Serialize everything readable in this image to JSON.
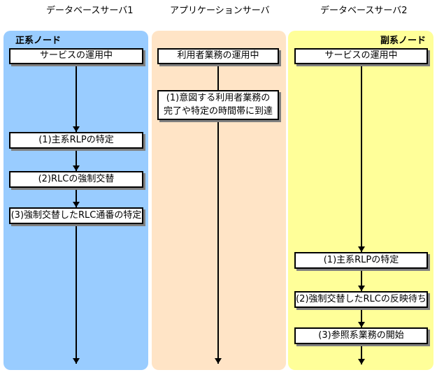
{
  "page": {
    "background": "#FFFFFF"
  },
  "diagram": {
    "arrow_color": "#000000",
    "box": {
      "fill": "#FFFFFF",
      "border": "#000000",
      "shadow": "#808080"
    },
    "columns": [
      {
        "id": "db-server-1",
        "title": "データベースサーバ1",
        "node_label": "正系ノード",
        "panel_color": "#99CCFF",
        "boxes": [
          {
            "lines": [
              "サービスの運用中"
            ]
          },
          {
            "lines": [
              "(1)主系RLPの特定"
            ]
          },
          {
            "lines": [
              "(2)RLCの強制交替"
            ]
          },
          {
            "lines": [
              "(3)強制交替したRLC通番の特定"
            ]
          }
        ]
      },
      {
        "id": "application-server",
        "title": "アプリケーションサーバ",
        "node_label": "",
        "panel_color": "#FFE4C6",
        "boxes": [
          {
            "lines": [
              "利用者業務の運用中"
            ]
          },
          {
            "lines": [
              "(1)意図する利用者業務の",
              "完了や特定の時間帯に到達"
            ]
          }
        ]
      },
      {
        "id": "db-server-2",
        "title": "データベースサーバ2",
        "node_label": "副系ノード",
        "panel_color": "#FFFF99",
        "boxes": [
          {
            "lines": [
              "サービスの運用中"
            ]
          },
          {
            "lines": [
              "(1)主系RLPの特定"
            ]
          },
          {
            "lines": [
              "(2)強制交替したRLCの反映待ち"
            ]
          },
          {
            "lines": [
              "(3)参照系業務の開始"
            ]
          }
        ]
      }
    ]
  }
}
